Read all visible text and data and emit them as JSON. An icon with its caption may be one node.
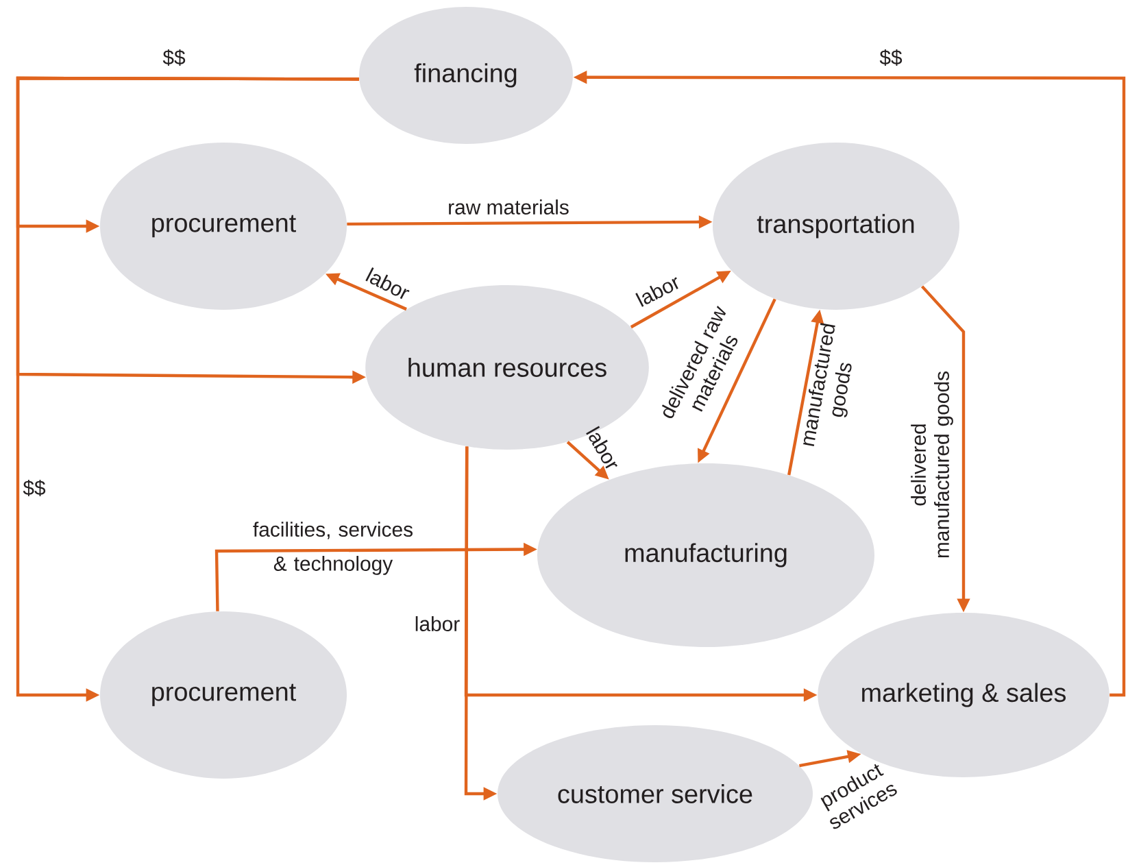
{
  "diagram": {
    "nodes": [
      {
        "text": [
          "financing"
        ]
      },
      {
        "text": [
          "procurement"
        ]
      },
      {
        "text": [
          "transportation"
        ]
      },
      {
        "text": [
          "human resources"
        ]
      },
      {
        "text": [
          "manufacturing"
        ]
      },
      {
        "text": [
          "procurement"
        ]
      },
      {
        "text": [
          "marketing & sales"
        ]
      },
      {
        "text": [
          "customer service"
        ]
      }
    ],
    "edges": [
      {
        "from": 0,
        "to": 1,
        "arrow": "to",
        "label": "$$"
      },
      {
        "from": 0,
        "to": 3,
        "arrow": "to"
      },
      {
        "from": 0,
        "to": 5,
        "arrow": "to",
        "label": "$$"
      },
      {
        "from": 6,
        "to": 0,
        "arrow": "to",
        "label": "$$"
      },
      {
        "from": 1,
        "to": 2,
        "arrow": "to",
        "label": "raw materials"
      },
      {
        "from": 3,
        "to": 1,
        "arrow": "to",
        "label": "labor"
      },
      {
        "from": 3,
        "to": 2,
        "arrow": "to",
        "label": "labor"
      },
      {
        "from": 3,
        "to": 4,
        "arrow": "to",
        "label": "labor"
      },
      {
        "from": 2,
        "to": 4,
        "arrow": "to",
        "label": "delivered raw materials"
      },
      {
        "from": 4,
        "to": 2,
        "arrow": "to",
        "label": "manufactured goods"
      },
      {
        "from": 2,
        "to": 6,
        "arrow": "to",
        "label": "delivered manufactured goods"
      },
      {
        "from": 5,
        "to": 4,
        "arrow": "to",
        "label": "facilities, services & technology"
      },
      {
        "from": 3,
        "to": 6,
        "arrow": "to",
        "label": "labor"
      },
      {
        "from": 3,
        "to": 7,
        "arrow": "to"
      },
      {
        "from": 7,
        "to": 6,
        "arrow": "to",
        "label": "product services"
      }
    ]
  }
}
